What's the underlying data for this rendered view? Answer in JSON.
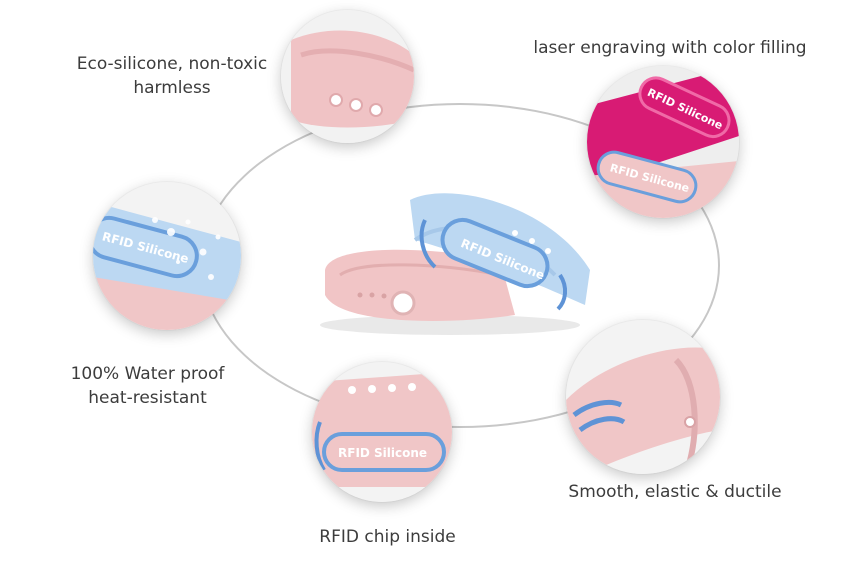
{
  "features": {
    "eco": {
      "line1": "Eco-silicone, non-toxic",
      "line2": "harmless"
    },
    "laser": {
      "line1": "laser engraving with color filling"
    },
    "water": {
      "line1": "100% Water proof",
      "line2": "heat-resistant"
    },
    "rfid": {
      "line1": "RFID chip inside"
    },
    "smooth": {
      "line1": "Smooth, elastic & ductile"
    }
  },
  "logo_text": "RFID Silicone",
  "colors": {
    "pink_band": "#f0c6c7",
    "blue_band": "#b9d6f0",
    "magenta_band": "#d81b74",
    "accent_blue": "#5e93d6",
    "ellipse_line": "#c7c7c7"
  }
}
